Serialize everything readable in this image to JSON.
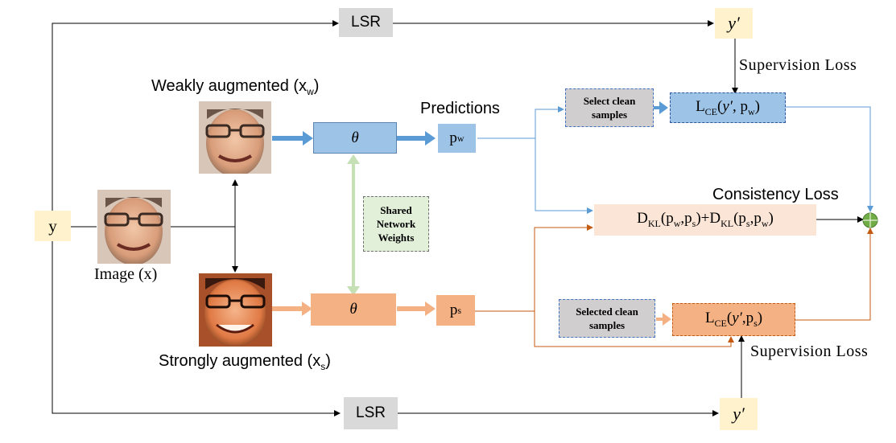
{
  "nodes": {
    "y": "y",
    "lsr_top": "LSR",
    "lsr_bottom": "LSR",
    "y_prime_top": "y′",
    "y_prime_bottom": "y′",
    "theta_weak": "θ",
    "theta_strong": "θ",
    "p_w": "p",
    "p_w_sub": "w",
    "p_s": "p",
    "p_s_sub": "s",
    "shared_weights": "Shared Network Weights",
    "select_clean_top": "Select clean samples",
    "select_clean_bottom": "Selected clean samples",
    "kl": {
      "d1": "D",
      "d1_sub": "KL",
      "d1_args": "(p",
      "d1_a_sub": "w",
      "d1_mid": ",p",
      "d1_b_sub": "s",
      "d1_close": ")",
      "plus": "+",
      "d2": "D",
      "d2_sub": "KL",
      "d2_args": "(p",
      "d2_a_sub": "s",
      "d2_mid": ",p",
      "d2_b_sub": "w",
      "d2_close": ")"
    },
    "lce_top": {
      "L": "L",
      "sub": "CE",
      "open": "(",
      "y": "y′",
      "sep": ", p",
      "p_sub": "w",
      "close": ")"
    },
    "lce_bottom": {
      "L": "L",
      "sub": "CE",
      "open": "(",
      "y": "y′",
      "sep": ",p",
      "p_sub": "s",
      "close": ")"
    }
  },
  "labels": {
    "weakly": "Weakly augmented (x",
    "weakly_sub": "w",
    "weakly_close": ")",
    "strongly": "Strongly augmented (x",
    "strongly_sub": "s",
    "strongly_close": ")",
    "image": "Image (x)",
    "predictions": "Predictions",
    "supervision_top": "Supervision Loss",
    "supervision_bottom": "Supervision Loss",
    "consistency": "Consistency Loss"
  },
  "colors": {
    "blue_box": "#9dc3e6",
    "blue_arrow": "#5b9bd5",
    "orange_box": "#f4b183",
    "orange_light": "#fbe5d6",
    "orange_line": "#c55a11",
    "yellow_box": "#fff2cc",
    "gray_box": "#d0cece",
    "green_box": "#e2f0d9",
    "green_arrow": "#c5e0b4",
    "sum_fill": "#70ad47"
  }
}
